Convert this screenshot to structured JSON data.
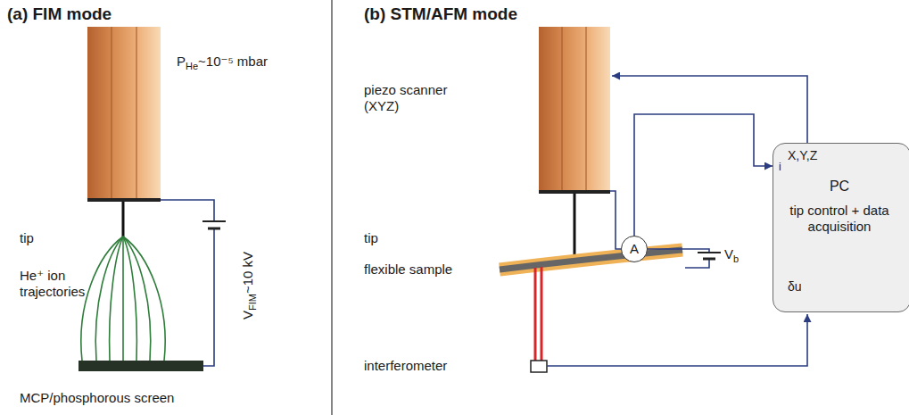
{
  "diagram": {
    "nodes": [
      {
        "text": [
          "A"
        ]
      },
      {
        "text": [
          "X,Y,Z",
          "i",
          "PC",
          "tip control + data acquisition",
          "δu"
        ]
      }
    ],
    "edges": [
      {
        "from": 0,
        "to": 1,
        "arrow": "to"
      }
    ],
    "labels": [
      "(a) FIM mode",
      "P",
      "He",
      "~10⁻⁵ mbar",
      "tip",
      "He⁺ ion trajectories",
      "V",
      "FIM",
      "~10 kV",
      "MCP/phosphorous screen",
      "(b) STM/AFM mode",
      "piezo scanner (XYZ)",
      "tip",
      "flexible sample",
      "interferometer",
      "V",
      "b"
    ]
  }
}
